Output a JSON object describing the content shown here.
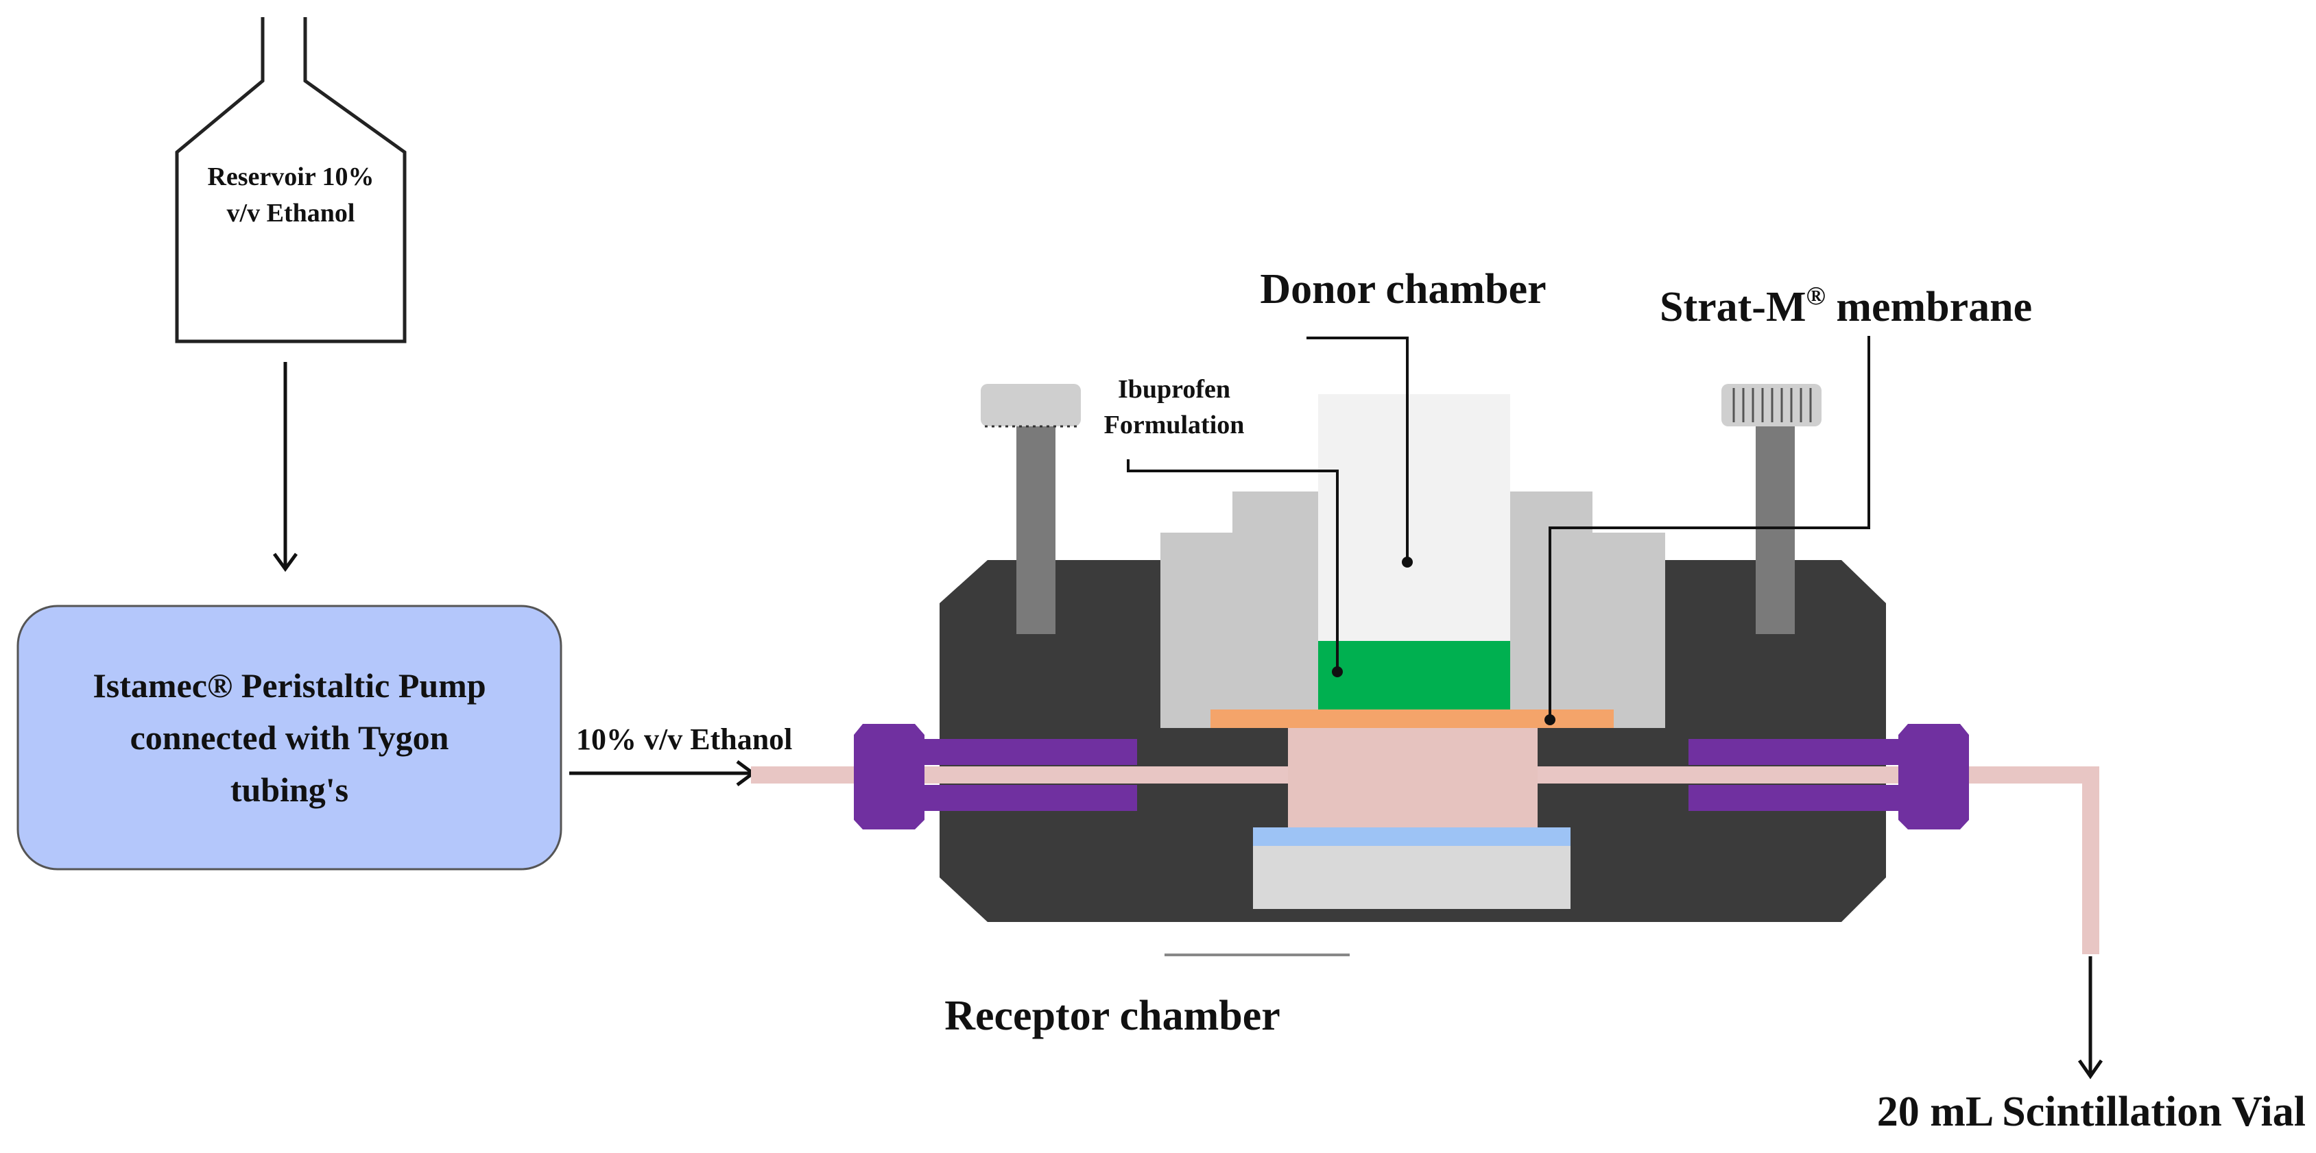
{
  "reservoir": {
    "line1": "Reservoir 10%",
    "line2": "v/v Ethanol"
  },
  "pump": {
    "line1": "Istamec® Peristaltic Pump",
    "line2": "connected with Tygon",
    "line3": "tubing's"
  },
  "flow_label": "10% v/v Ethanol",
  "labels": {
    "donor_chamber": "Donor chamber",
    "membrane": "Strat-M",
    "membrane_mark": "®",
    "membrane_suffix": " membrane",
    "formulation_line1": "Ibuprofen",
    "formulation_line2": "Formulation",
    "receptor_chamber": "Receptor chamber",
    "vial": "20 mL Scintillation Vial"
  },
  "colors": {
    "cell_body": "#3b3b3b",
    "donor_light": "#f2f2f2",
    "donor_side": "#c8c8c8",
    "formulation": "#00b050",
    "membrane": "#f4a46a",
    "receptor_fluid": "#e6c3bf",
    "tube": "#e8c6c4",
    "fitting": "#7030a0",
    "stirrer": "#9dc3f5",
    "receptor_base": "#d9d9d9",
    "clamp": "#7a7a7a",
    "clamp_head": "#cfcfcf",
    "pump_fill": "#b4c7fb"
  }
}
